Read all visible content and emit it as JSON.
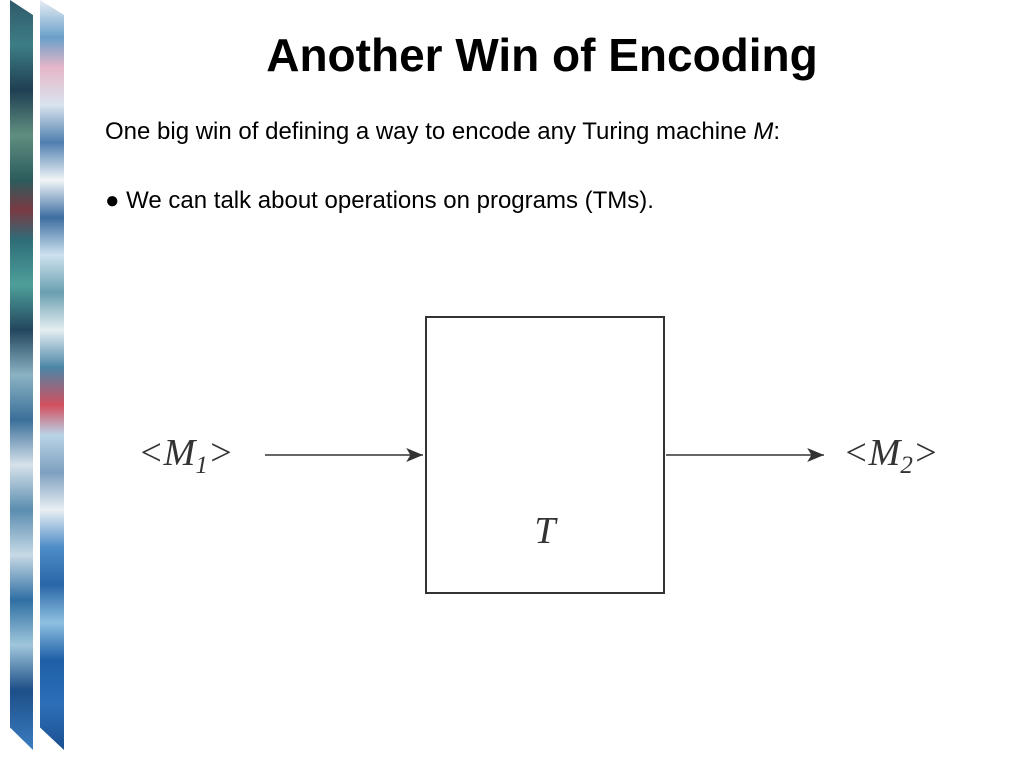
{
  "slide": {
    "title": "Another Win of Encoding",
    "intro": {
      "text": "One big win of defining a way to encode any Turing machine ",
      "variable": "M",
      "suffix": ":"
    },
    "bullets": [
      {
        "symbol": "●",
        "text": "We can talk about operations on programs (TMs)."
      }
    ]
  },
  "diagram": {
    "input": {
      "open": "<",
      "var": "M",
      "subscript": "1",
      "close": ">"
    },
    "box_label": "T",
    "output": {
      "open": "<",
      "var": "M",
      "subscript": "2",
      "close": ">"
    }
  }
}
